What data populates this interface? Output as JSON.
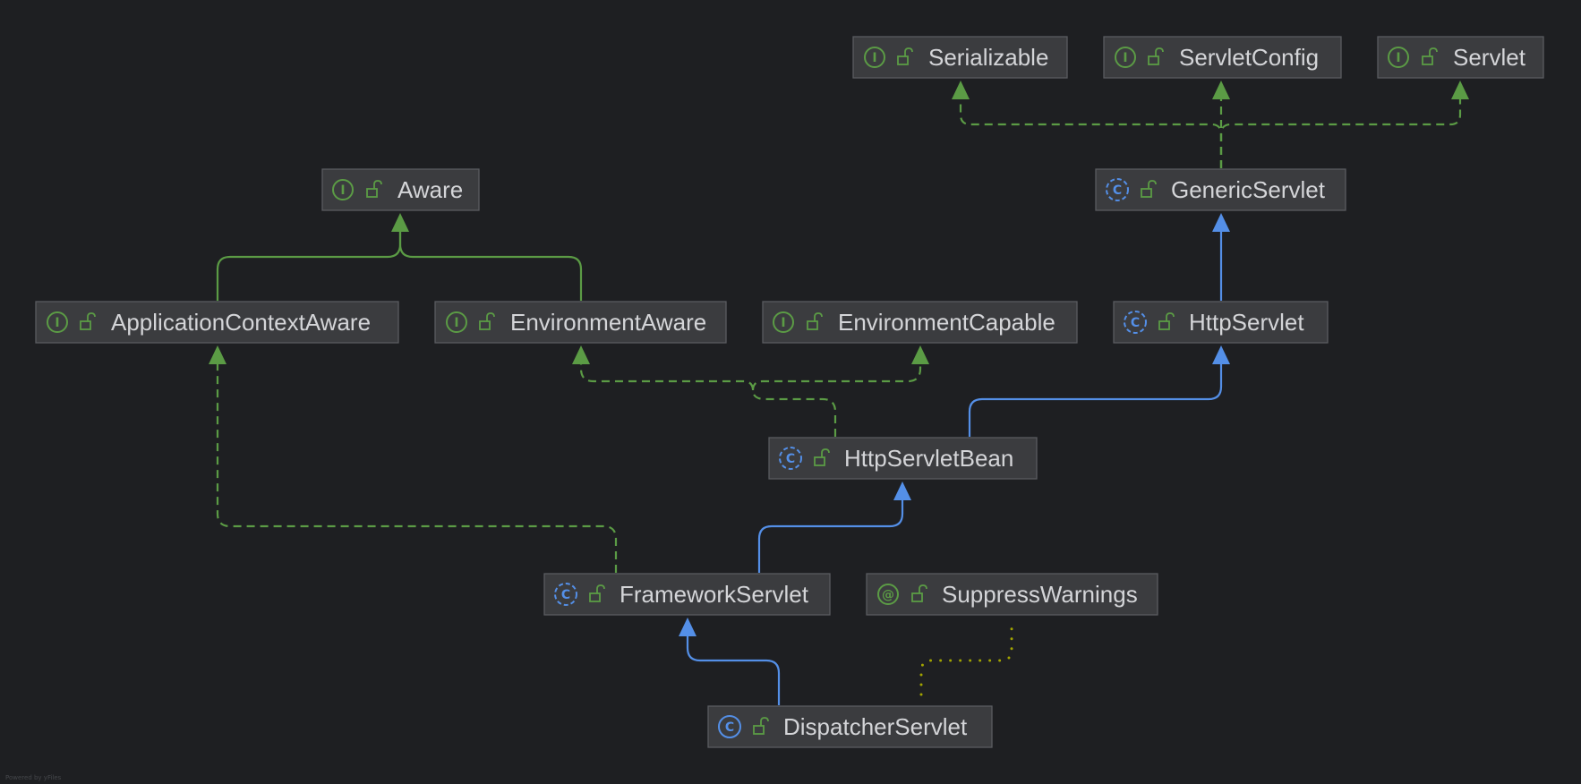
{
  "diagram": {
    "colors": {
      "background": "#1e1f22",
      "node_fill": "#3b3c3f",
      "node_border": "#5a5c60",
      "label": "#d4d5d8",
      "interface_icon": "#5b9b45",
      "class_icon": "#548fe7",
      "annotation_icon": "#5b9b45",
      "lock_icon": "#5b9b45",
      "implements_edge": "#5b9b45",
      "extends_class_edge": "#548fe7",
      "annotation_edge": "#a2a400"
    },
    "nodes": [
      {
        "id": "serializable",
        "label": "Serializable",
        "kind": "interface",
        "icon": "interface-icon",
        "visibility_icon": "unlock-icon"
      },
      {
        "id": "servletconfig",
        "label": "ServletConfig",
        "kind": "interface",
        "icon": "interface-icon",
        "visibility_icon": "unlock-icon"
      },
      {
        "id": "servlet",
        "label": "Servlet",
        "kind": "interface",
        "icon": "interface-icon",
        "visibility_icon": "unlock-icon"
      },
      {
        "id": "aware",
        "label": "Aware",
        "kind": "interface",
        "icon": "interface-icon",
        "visibility_icon": "unlock-icon"
      },
      {
        "id": "genericservlet",
        "label": "GenericServlet",
        "kind": "abstract-class",
        "icon": "abstract-class-icon",
        "visibility_icon": "unlock-icon"
      },
      {
        "id": "applicationcontextaware",
        "label": "ApplicationContextAware",
        "kind": "interface",
        "icon": "interface-icon",
        "visibility_icon": "unlock-icon"
      },
      {
        "id": "environmentaware",
        "label": "EnvironmentAware",
        "kind": "interface",
        "icon": "interface-icon",
        "visibility_icon": "unlock-icon"
      },
      {
        "id": "environmentcapable",
        "label": "EnvironmentCapable",
        "kind": "interface",
        "icon": "interface-icon",
        "visibility_icon": "unlock-icon"
      },
      {
        "id": "httpservlet",
        "label": "HttpServlet",
        "kind": "abstract-class",
        "icon": "abstract-class-icon",
        "visibility_icon": "unlock-icon"
      },
      {
        "id": "httpservletbean",
        "label": "HttpServletBean",
        "kind": "abstract-class",
        "icon": "abstract-class-icon",
        "visibility_icon": "unlock-icon"
      },
      {
        "id": "frameworkservlet",
        "label": "FrameworkServlet",
        "kind": "abstract-class",
        "icon": "abstract-class-icon",
        "visibility_icon": "unlock-icon"
      },
      {
        "id": "suppresswarnings",
        "label": "SuppressWarnings",
        "kind": "annotation",
        "icon": "annotation-icon",
        "visibility_icon": "unlock-icon"
      },
      {
        "id": "dispatcherservlet",
        "label": "DispatcherServlet",
        "kind": "class",
        "icon": "class-icon",
        "visibility_icon": "unlock-icon"
      }
    ],
    "edges": [
      {
        "from": "genericservlet",
        "to": "serializable",
        "type": "implements"
      },
      {
        "from": "genericservlet",
        "to": "servletconfig",
        "type": "implements"
      },
      {
        "from": "genericservlet",
        "to": "servlet",
        "type": "implements"
      },
      {
        "from": "applicationcontextaware",
        "to": "aware",
        "type": "extends-interface"
      },
      {
        "from": "environmentaware",
        "to": "aware",
        "type": "extends-interface"
      },
      {
        "from": "httpservlet",
        "to": "genericservlet",
        "type": "extends-class"
      },
      {
        "from": "httpservletbean",
        "to": "environmentaware",
        "type": "implements"
      },
      {
        "from": "httpservletbean",
        "to": "environmentcapable",
        "type": "implements"
      },
      {
        "from": "httpservletbean",
        "to": "httpservlet",
        "type": "extends-class"
      },
      {
        "from": "frameworkservlet",
        "to": "applicationcontextaware",
        "type": "implements"
      },
      {
        "from": "frameworkservlet",
        "to": "httpservletbean",
        "type": "extends-class"
      },
      {
        "from": "dispatcherservlet",
        "to": "frameworkservlet",
        "type": "extends-class"
      },
      {
        "from": "dispatcherservlet",
        "to": "suppresswarnings",
        "type": "annotated-with"
      }
    ],
    "footer": "Powered by yFiles"
  }
}
